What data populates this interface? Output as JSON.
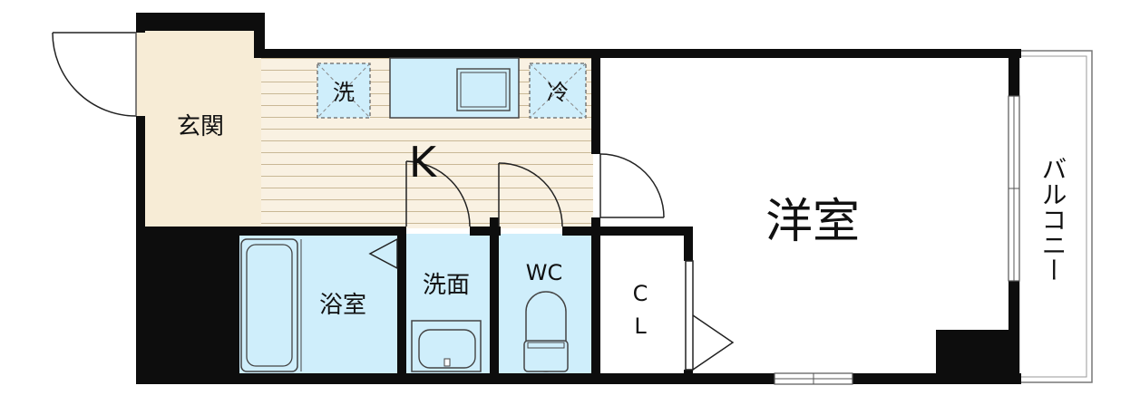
{
  "rooms": {
    "entrance": "玄関",
    "kitchen": "K",
    "western_room": "洋室",
    "bathroom": "浴室",
    "washroom": "洗面",
    "toilet": "WC",
    "closet_line1": "C",
    "closet_line2": "L",
    "balcony": "バルコニー"
  },
  "appliances": {
    "washer": "洗",
    "fridge": "冷"
  },
  "colors": {
    "wall": "#0d0d0d",
    "entrance_floor": "#f7ecd6",
    "kitchen_floor": "#f9f1e2",
    "kitchen_lines": "#c9b896",
    "wet_area": "#cfeefb",
    "closet": "#fbe1ec",
    "room_floor": "#ffffff"
  }
}
